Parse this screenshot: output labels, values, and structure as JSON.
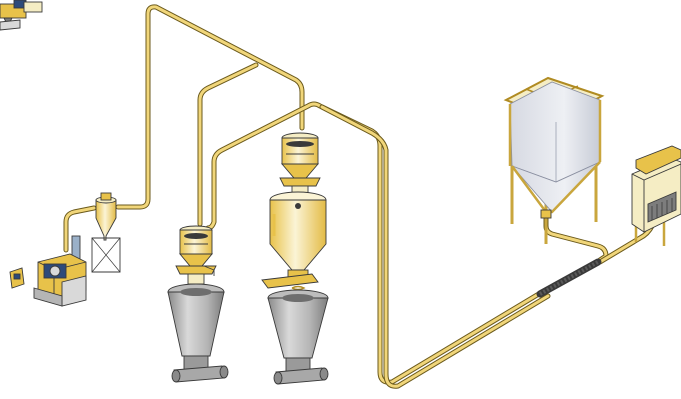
{
  "colors": {
    "tube_fill": "#f1d67a",
    "tube_edge": "#6b5a1c",
    "cream": "#f5edc4",
    "yellow": "#e8c24a",
    "steel_light": "#d9d9d9",
    "steel_mid": "#b5b5b5",
    "steel_dark": "#7d7d7d",
    "bag": "#cfd3dd",
    "frame": "#e6c75a",
    "outline": "#3a3a3a",
    "background": "#ffffff"
  },
  "components": [
    {
      "id": "corner-machine",
      "icon": "gear-machine-icon"
    },
    {
      "id": "granulator",
      "icon": "granulator-icon"
    },
    {
      "id": "cyclone-feeder",
      "icon": "cyclone-icon"
    },
    {
      "id": "control-box",
      "icon": "control-panel-icon"
    },
    {
      "id": "vacuum-receiver-left",
      "icon": "vacuum-receiver-icon"
    },
    {
      "id": "hopper-left",
      "icon": "steel-hopper-icon"
    },
    {
      "id": "vacuum-receiver-right",
      "icon": "vacuum-receiver-icon"
    },
    {
      "id": "dryer-hopper",
      "icon": "dryer-hopper-icon"
    },
    {
      "id": "hopper-right",
      "icon": "steel-hopper-icon"
    },
    {
      "id": "silo",
      "icon": "bulk-bag-silo-icon"
    },
    {
      "id": "flex-conveyor",
      "icon": "flex-hose-icon"
    },
    {
      "id": "dust-collector",
      "icon": "dust-collector-icon"
    }
  ]
}
